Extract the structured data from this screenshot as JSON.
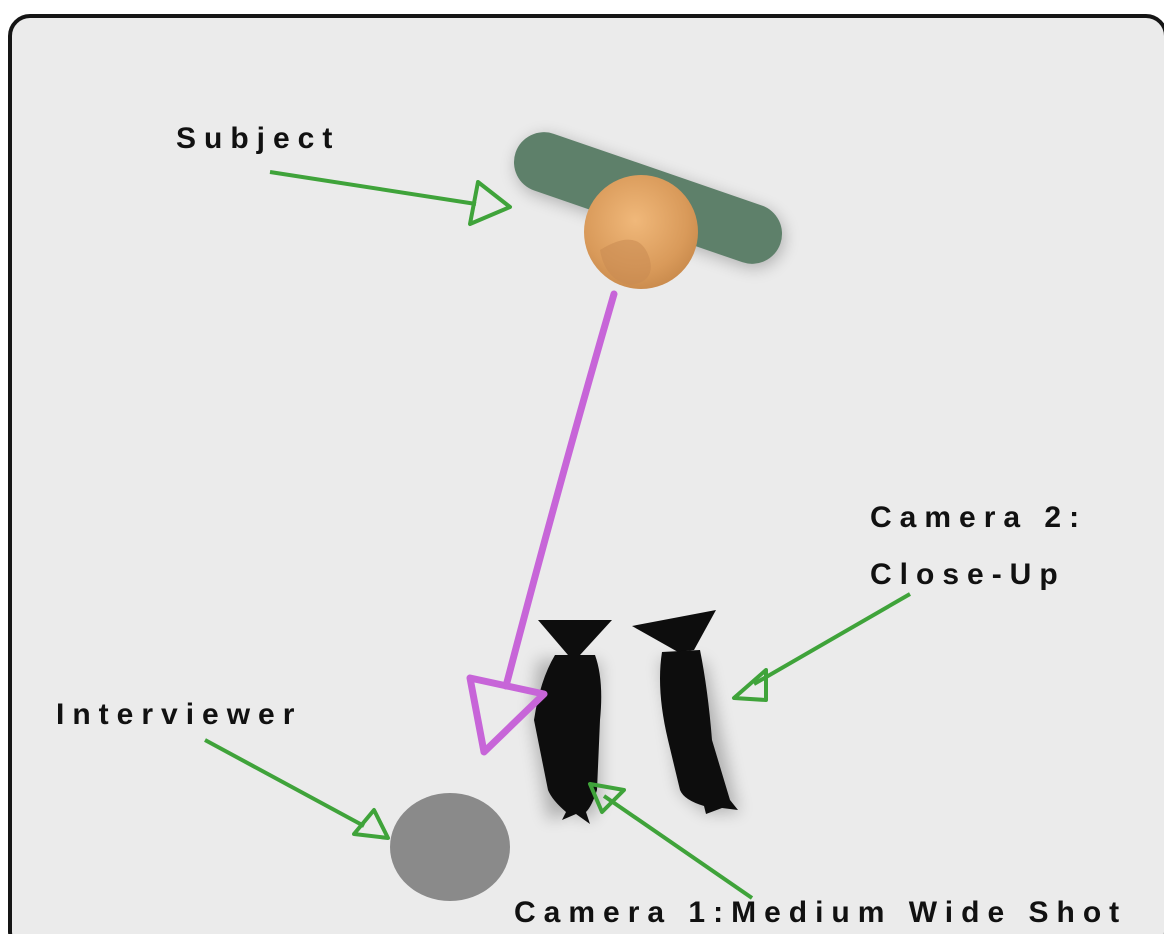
{
  "labels": {
    "subject": "Subject",
    "camera2_line1": "Camera 2:",
    "camera2_line2": "Close-Up",
    "interviewer": "Interviewer",
    "camera1": "Camera 1:Medium Wide Shot"
  },
  "colors": {
    "background": "#ebebeb",
    "border": "#151515",
    "callout_arrow": "#3fa33a",
    "eyeline_arrow": "#c765d8",
    "subject_chair": "#5e806a",
    "subject_head": "#e0a465",
    "interviewer": "#8a8a8a",
    "camera": "#0d0d0d"
  }
}
